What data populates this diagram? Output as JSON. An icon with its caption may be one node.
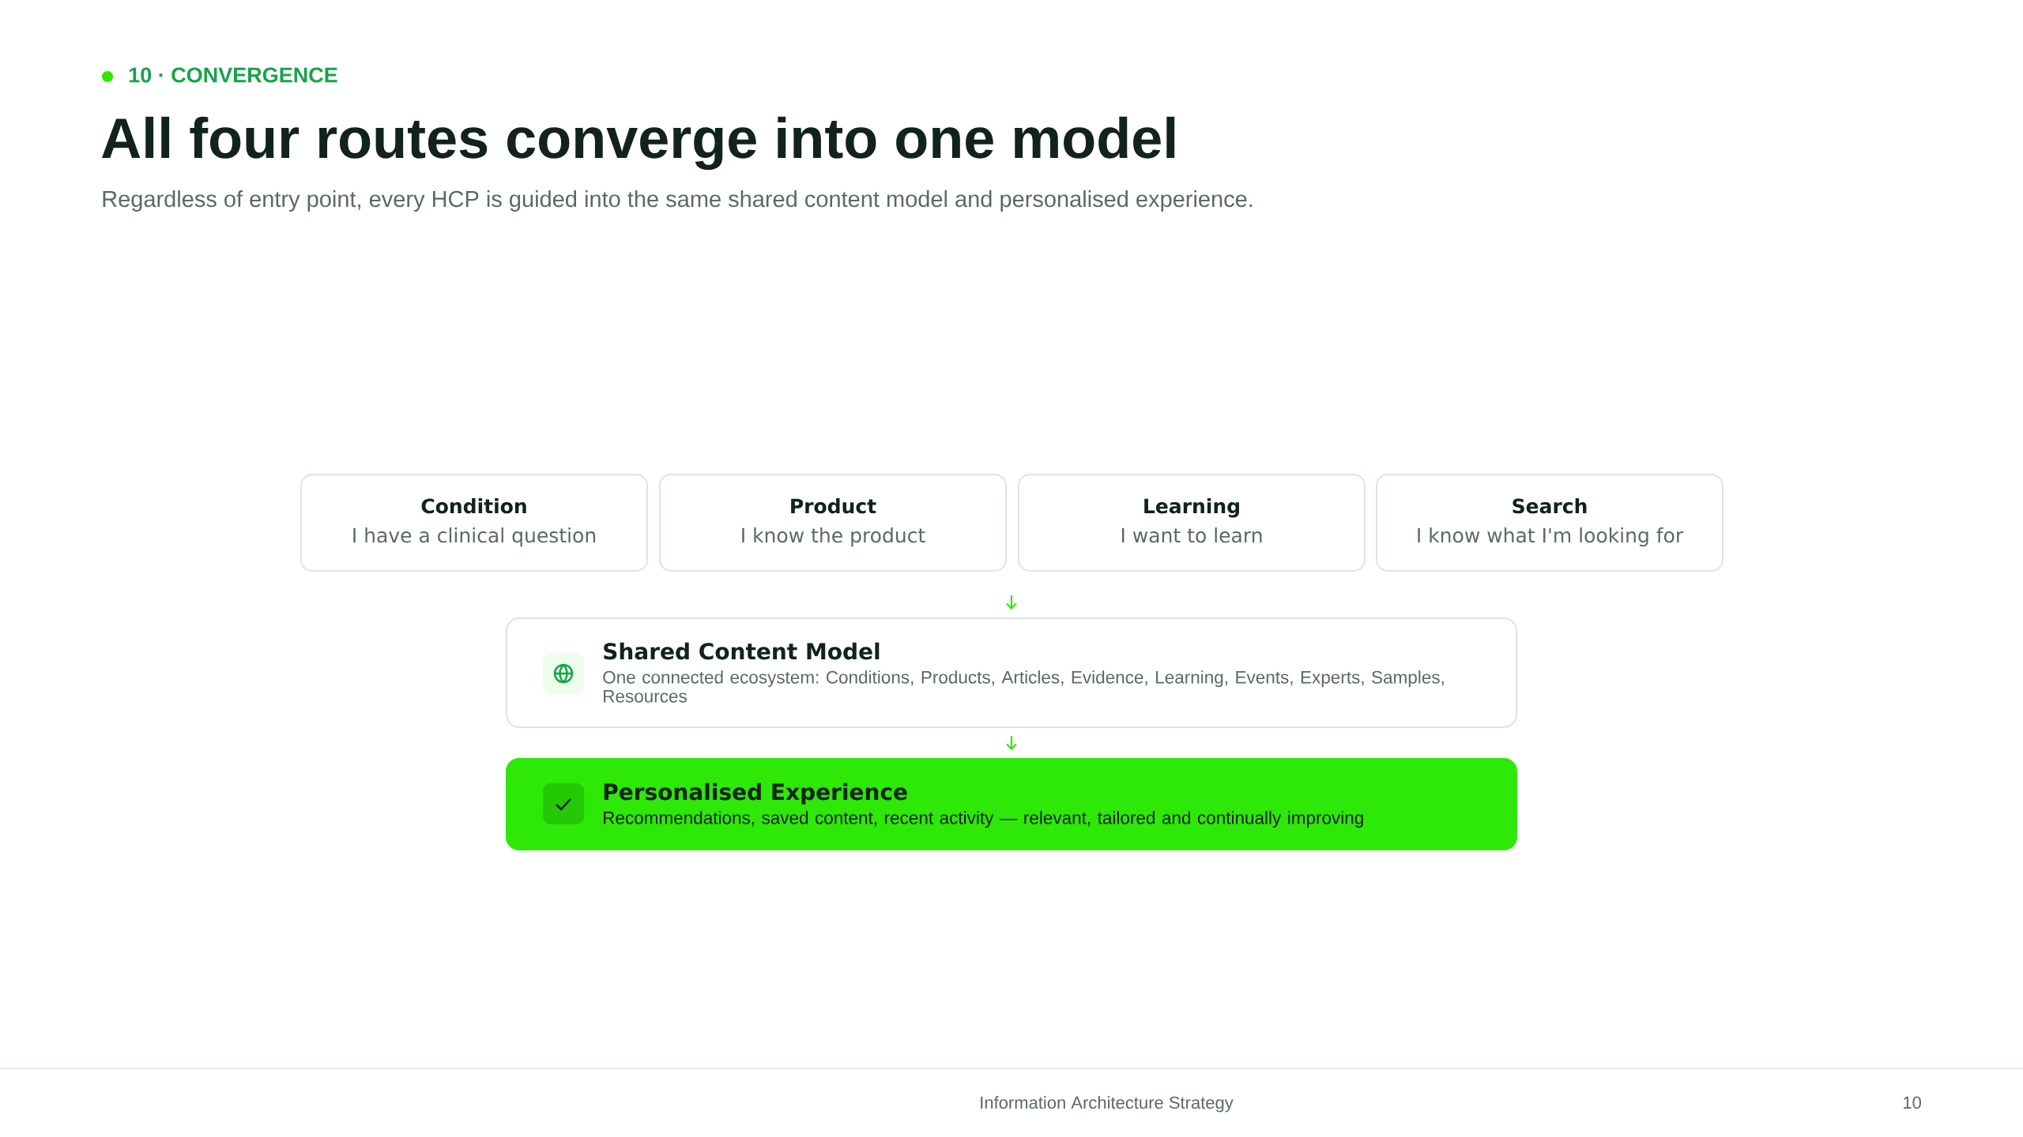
{
  "diagram": {
    "title": "All four routes converge into one model",
    "nodes": [
      {
        "text": [
          "Condition",
          "I have a clinical question"
        ]
      },
      {
        "text": [
          "Product",
          "I know the product"
        ]
      },
      {
        "text": [
          "Learning",
          "I want to learn"
        ]
      },
      {
        "text": [
          "Search",
          "I know what I'm looking for"
        ]
      },
      {
        "text": [
          "Shared Content Model",
          "One connected ecosystem: Conditions, Products, Articles, Evidence, Learning, Events, Experts, Samples, Resources"
        ]
      },
      {
        "text": [
          "Personalised Experience",
          "Recommendations, saved content, recent activity — relevant, tailored and continually improving"
        ]
      }
    ],
    "edges": [
      {
        "from": null,
        "to": 4,
        "arrow": "to"
      },
      {
        "from": 4,
        "to": 5,
        "arrow": "to"
      }
    ],
    "labels": [
      "10 · CONVERGENCE",
      "Regardless of entry point, every HCP is guided into the same shared content model and personalised experience.",
      "Information Architecture Strategy",
      "10"
    ]
  }
}
